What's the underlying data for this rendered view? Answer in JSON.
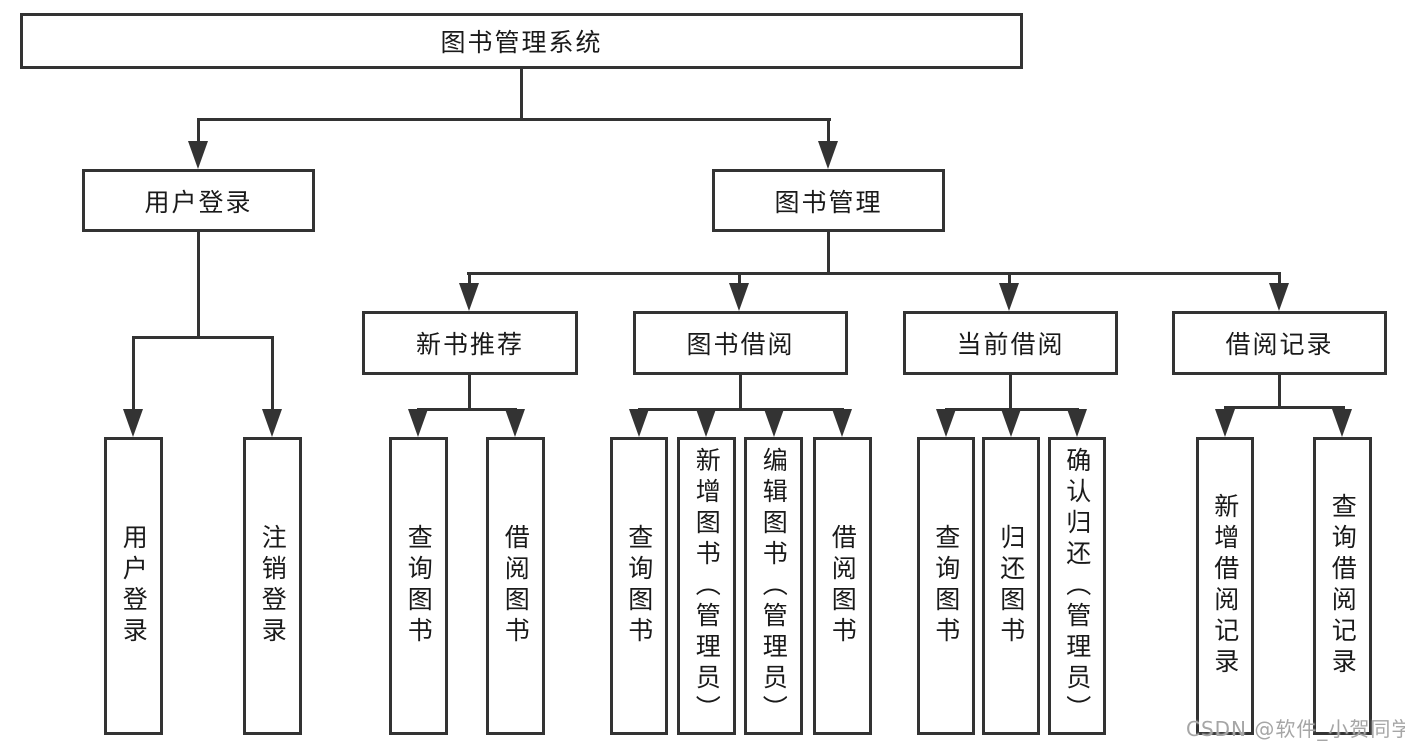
{
  "diagram": {
    "root": {
      "label": "图书管理系统"
    },
    "level2": [
      {
        "label": "用户登录"
      },
      {
        "label": "图书管理"
      }
    ],
    "level3": [
      {
        "label": "新书推荐"
      },
      {
        "label": "图书借阅"
      },
      {
        "label": "当前借阅"
      },
      {
        "label": "借阅记录"
      }
    ],
    "leaves": [
      {
        "label": "用户登录"
      },
      {
        "label": "注销登录"
      },
      {
        "label": "查询图书"
      },
      {
        "label": "借阅图书"
      },
      {
        "label": "查询图书"
      },
      {
        "label": "新增图书（管理员）"
      },
      {
        "label": "编辑图书（管理员）"
      },
      {
        "label": "借阅图书"
      },
      {
        "label": "查询图书"
      },
      {
        "label": "归还图书"
      },
      {
        "label": "确认归还（管理员）"
      },
      {
        "label": "新增借阅记录"
      },
      {
        "label": "查询借阅记录"
      }
    ],
    "colors": {
      "line": "#333333",
      "text": "#1a1a1a",
      "background": "#ffffff",
      "watermark": "#a6a6a6"
    }
  },
  "watermark": {
    "text": "CSDN @软件_小贺同学"
  }
}
